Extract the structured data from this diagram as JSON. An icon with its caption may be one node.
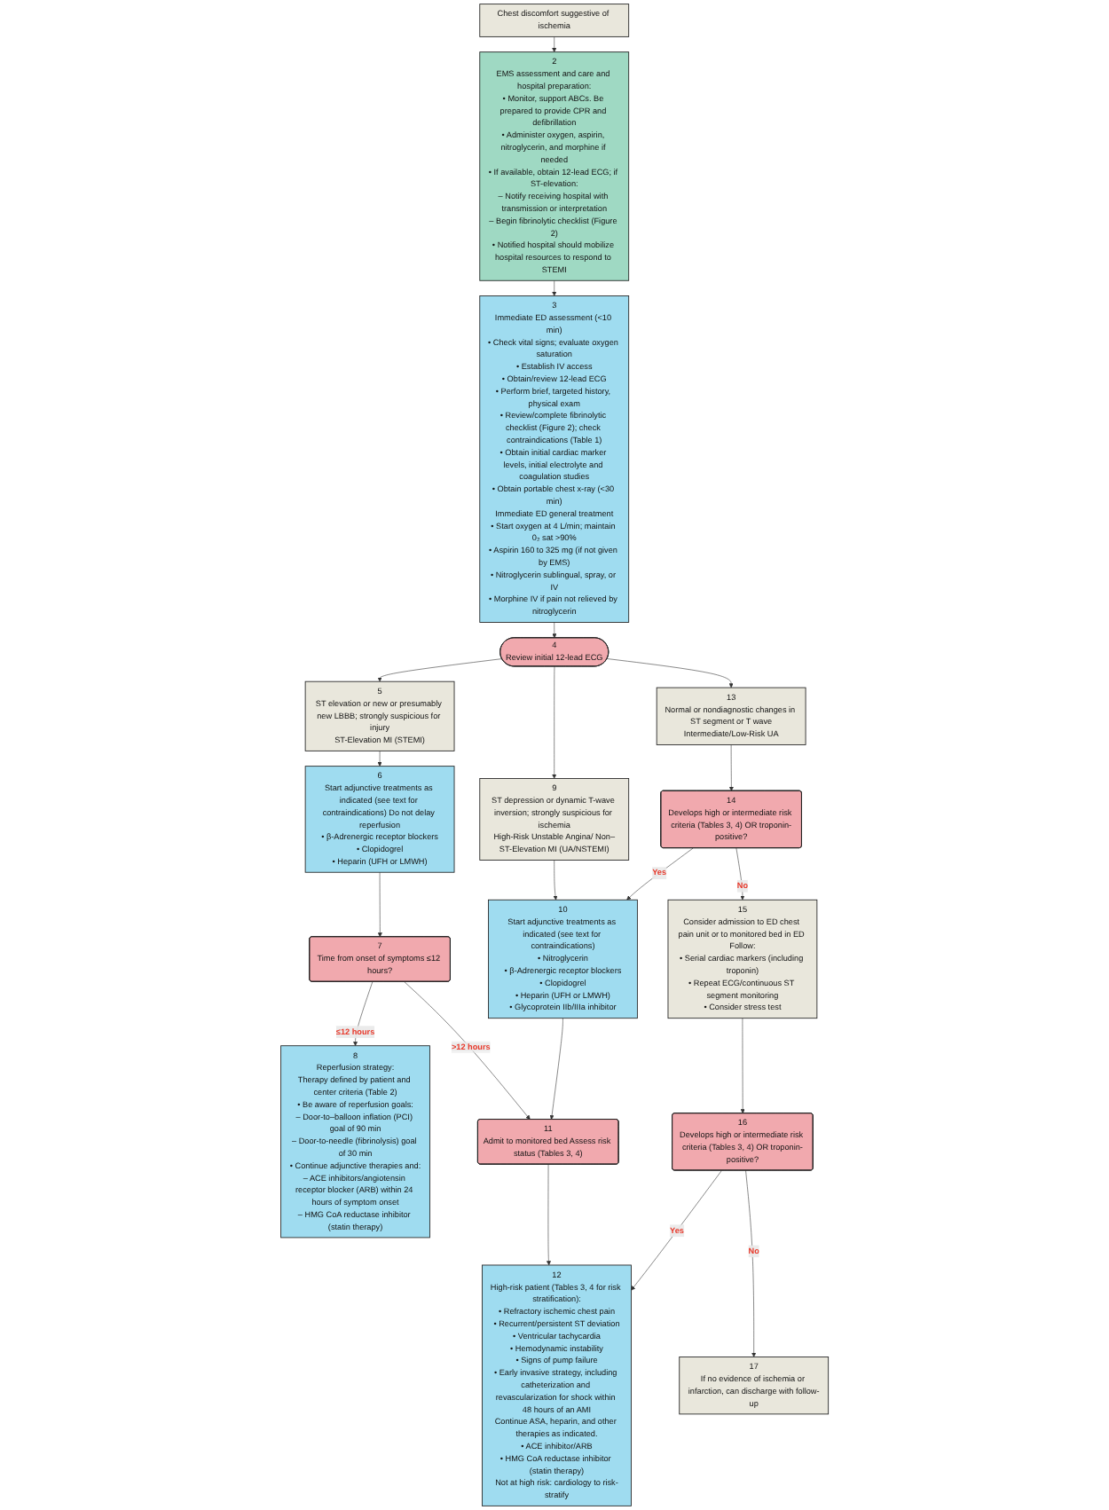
{
  "diagram": {
    "nodes": [
      {
        "text": [
          "Chest discomfort suggestive of ischemia"
        ]
      },
      {
        "text": [
          "2",
          "EMS assessment and care and hospital preparation:",
          "• Monitor, support ABCs. Be prepared to provide CPR and defibrillation",
          "• Administer oxygen, aspirin, nitroglycerin, and morphine if needed",
          "• If available, obtain 12-lead ECG; if ST-elevation:",
          "– Notify receiving hospital with transmission or interpretation",
          "– Begin fibrinolytic checklist (Figure 2)",
          "• Notified hospital should mobilize hospital resources to respond to STEMI"
        ]
      },
      {
        "text": [
          "3",
          "Immediate ED assessment (<10 min)",
          "• Check vital signs; evaluate oxygen saturation",
          "• Establish IV access",
          "• Obtain/review 12-lead ECG",
          "• Perform brief, targeted history, physical exam",
          "• Review/complete fibrinolytic checklist (Figure 2); check contraindications (Table 1)",
          "• Obtain initial cardiac marker levels, initial electrolyte and coagulation studies",
          "• Obtain portable chest x-ray (<30 min)",
          "Immediate ED general treatment",
          "• Start oxygen at 4 L/min; maintain 0₂ sat >90%",
          "• Aspirin 160 to 325 mg (if not given by EMS)",
          "• Nitroglycerin sublingual, spray, or IV",
          "• Morphine IV if pain not relieved by nitroglycerin"
        ]
      },
      {
        "text": [
          "4",
          "Review initial 12-lead ECG"
        ]
      },
      {
        "text": [
          "5",
          "ST elevation or new or presumably new LBBB; strongly suspicious for injury",
          "ST-Elevation MI (STEMI)"
        ]
      },
      {
        "text": [
          "9",
          "ST depression or dynamic T-wave inversion; strongly suspicious for ischemia",
          "High-Risk Unstable Angina/ Non–ST-Elevation MI (UA/NSTEMI)"
        ]
      },
      {
        "text": [
          "13",
          "Normal or nondiagnostic changes in ST segment or T wave",
          "Intermediate/Low-Risk UA"
        ]
      },
      {
        "text": [
          "6",
          "Start adjunctive treatments as indicated (see text for contraindications) Do not delay reperfusion",
          "• β-Adrenergic receptor blockers",
          "• Clopidogrel",
          "• Heparin (UFH or LMWH)"
        ]
      },
      {
        "text": [
          "10",
          "Start adjunctive treatments as indicated (see text for contraindications)",
          "• Nitroglycerin",
          "• β-Adrenergic receptor blockers",
          "• Clopidogrel",
          "• Heparin (UFH or LMWH)",
          "• Glycoprotein IIb/IIIa inhibitor"
        ]
      },
      {
        "text": [
          "14",
          "Develops high or intermediate risk criteria (Tables 3, 4) OR troponin-positive?"
        ]
      },
      {
        "text": [
          "7",
          "Time from onset of symptoms ≤12 hours?"
        ]
      },
      {
        "text": [
          "11",
          "Admit to monitored bed Assess risk status (Tables 3, 4)"
        ]
      },
      {
        "text": [
          "15",
          "Consider admission to ED chest pain unit or to monitored bed in ED Follow:",
          "• Serial cardiac markers (including troponin)",
          "• Repeat ECG/continuous ST segment monitoring",
          "• Consider stress test"
        ]
      },
      {
        "text": [
          "8",
          "Reperfusion strategy:",
          "Therapy defined by patient and center criteria (Table 2)",
          "• Be aware of reperfusion goals:",
          "– Door-to–balloon inflation (PCI) goal of 90 min",
          "– Door-to-needle (fibrinolysis) goal of 30 min",
          "• Continue adjunctive therapies and:",
          "– ACE inhibitors/angiotensin receptor blocker (ARB) within 24 hours of symptom onset",
          "– HMG CoA reductase inhibitor (statin therapy)"
        ]
      },
      {
        "text": [
          "12",
          "High-risk patient (Tables 3, 4 for risk stratification):",
          "• Refractory ischemic chest pain",
          "• Recurrent/persistent ST deviation",
          "• Ventricular tachycardia",
          "• Hemodynamic instability",
          "• Signs of pump failure",
          "• Early invasive strategy, including catheterization and revascularization for shock within 48 hours of an AMI",
          "Continue ASA, heparin, and other therapies as indicated.",
          "• ACE inhibitor/ARB",
          "• HMG CoA reductase inhibitor (statin therapy)",
          "Not at high risk: cardiology to risk-stratify"
        ]
      },
      {
        "text": [
          "16",
          "Develops high or intermediate risk criteria (Tables 3, 4) OR troponin-positive?"
        ]
      },
      {
        "text": [
          "17",
          "If no evidence of ischemia or infarction, can discharge with follow-up"
        ]
      }
    ],
    "edges": [
      {
        "from": 0,
        "to": 1,
        "arrow": "to"
      },
      {
        "from": 1,
        "to": 2,
        "arrow": "to"
      },
      {
        "from": 2,
        "to": 3,
        "arrow": "to"
      },
      {
        "from": 3,
        "to": 4,
        "arrow": "to"
      },
      {
        "from": 3,
        "to": 5,
        "arrow": "to"
      },
      {
        "from": 3,
        "to": 6,
        "arrow": "to"
      },
      {
        "from": 4,
        "to": 7,
        "arrow": "to"
      },
      {
        "from": 5,
        "to": 8,
        "arrow": "to"
      },
      {
        "from": 6,
        "to": 9,
        "arrow": "to"
      },
      {
        "from": 9,
        "to": 8,
        "arrow": "to",
        "label": "Yes"
      },
      {
        "from": 9,
        "to": 12,
        "arrow": "to",
        "label": "No"
      },
      {
        "from": 7,
        "to": 10,
        "arrow": "to"
      },
      {
        "from": 10,
        "to": 13,
        "arrow": "to",
        "label": "≤12 hours"
      },
      {
        "from": 10,
        "to": 11,
        "arrow": "to",
        "label": ">12 hours"
      },
      {
        "from": 8,
        "to": 11,
        "arrow": "to"
      },
      {
        "from": 11,
        "to": 14,
        "arrow": "to"
      },
      {
        "from": 12,
        "to": 15,
        "arrow": "to"
      },
      {
        "from": 15,
        "to": 14,
        "arrow": "to",
        "label": "Yes"
      },
      {
        "from": 15,
        "to": 16,
        "arrow": "to",
        "label": "No"
      }
    ]
  }
}
